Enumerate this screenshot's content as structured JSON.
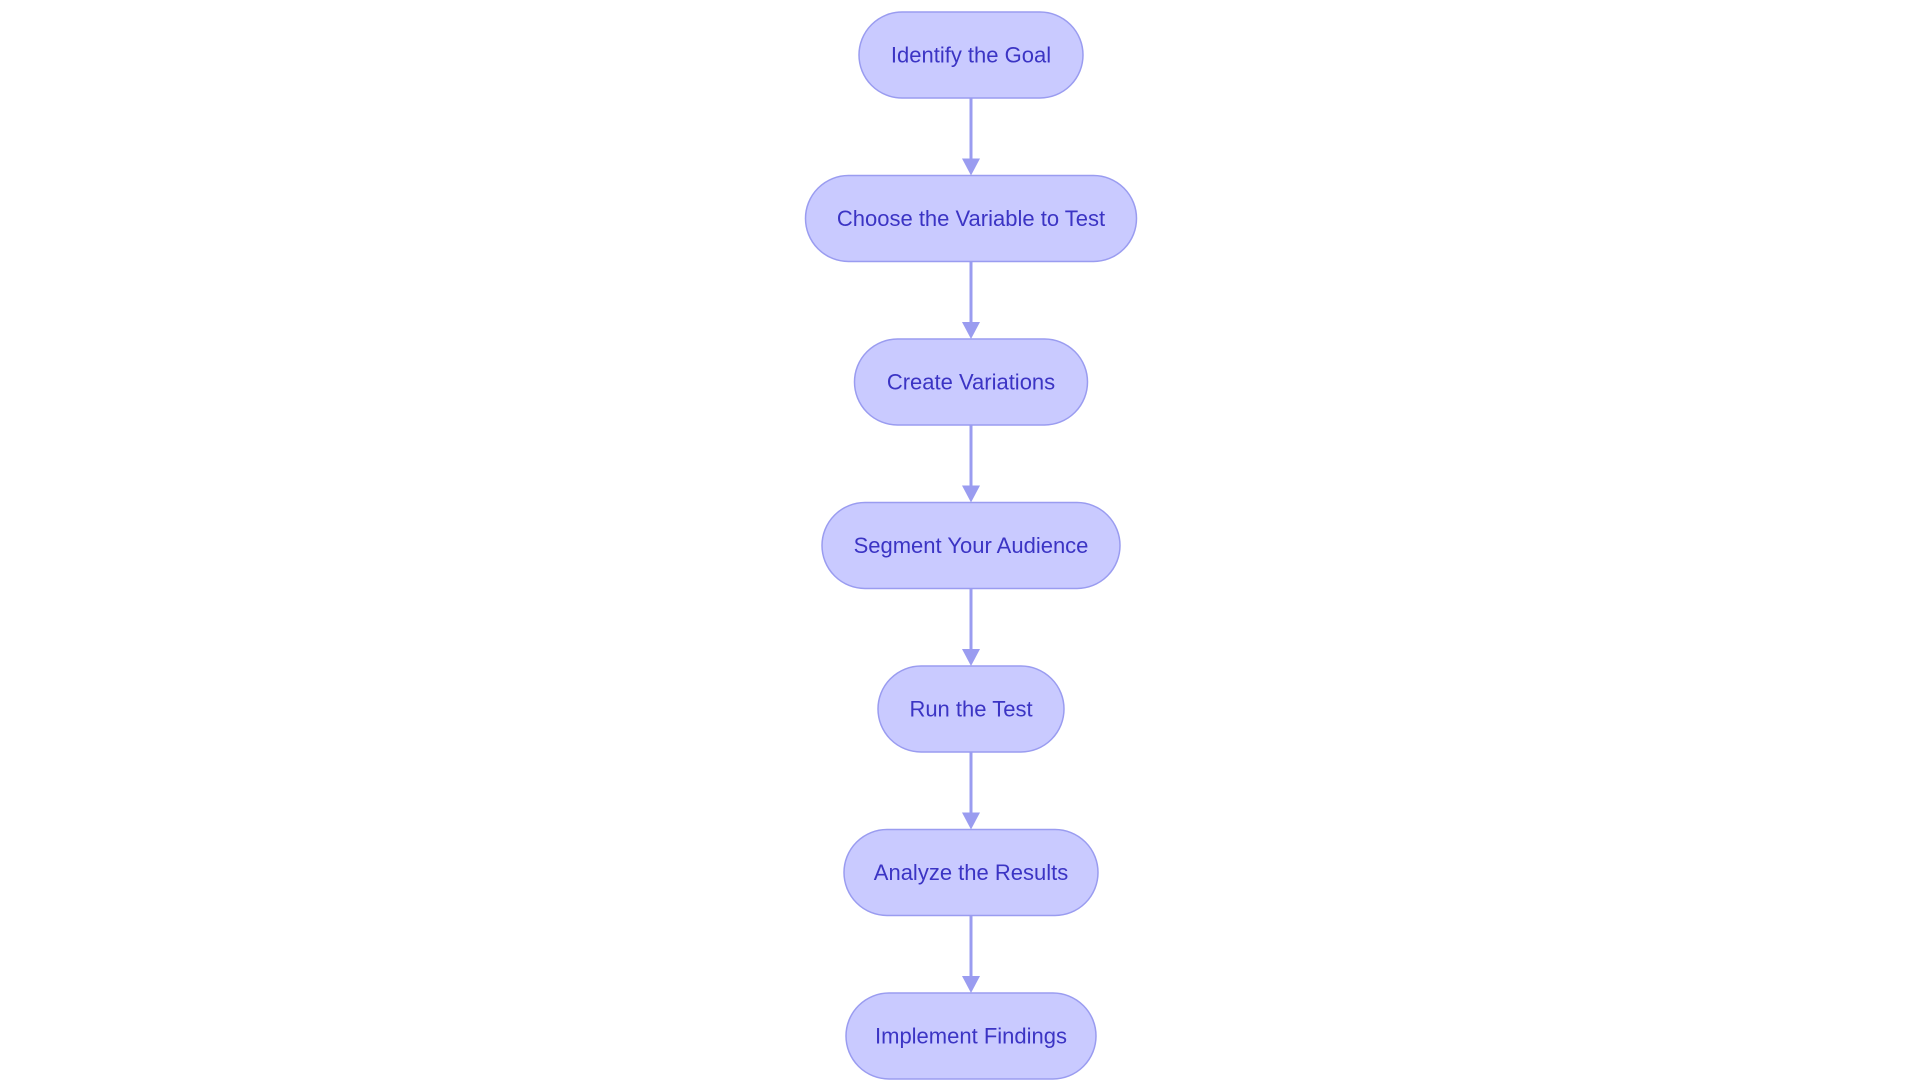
{
  "diagram": {
    "type": "flowchart",
    "direction": "top-down",
    "colors": {
      "node_fill": "#c9caff",
      "node_border": "#9a9cf0",
      "node_text": "#3b34c4",
      "edge": "#9a9cf0",
      "background": "#ffffff"
    },
    "nodes": [
      {
        "id": "goal",
        "label": "Identify the Goal"
      },
      {
        "id": "variable",
        "label": "Choose the Variable to Test"
      },
      {
        "id": "variations",
        "label": "Create Variations"
      },
      {
        "id": "segment",
        "label": "Segment Your Audience"
      },
      {
        "id": "run",
        "label": "Run the Test"
      },
      {
        "id": "analyze",
        "label": "Analyze the Results"
      },
      {
        "id": "implement",
        "label": "Implement Findings"
      }
    ],
    "edges": [
      {
        "from": "goal",
        "to": "variable"
      },
      {
        "from": "variable",
        "to": "variations"
      },
      {
        "from": "variations",
        "to": "segment"
      },
      {
        "from": "segment",
        "to": "run"
      },
      {
        "from": "run",
        "to": "analyze"
      },
      {
        "from": "analyze",
        "to": "implement"
      }
    ]
  }
}
